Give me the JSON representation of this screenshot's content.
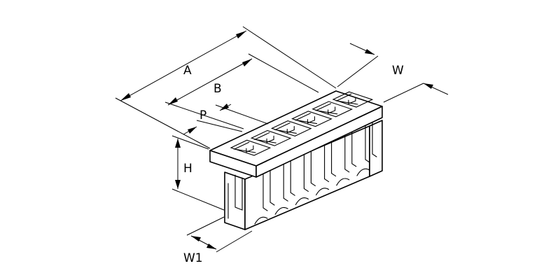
{
  "dimensions": {
    "A": "A",
    "B": "B",
    "P": "P",
    "W": "W",
    "H": "H",
    "W1": "W1"
  },
  "connector": {
    "cavity_count": 6
  },
  "colors": {
    "ink": "#000000",
    "background": "#ffffff"
  }
}
